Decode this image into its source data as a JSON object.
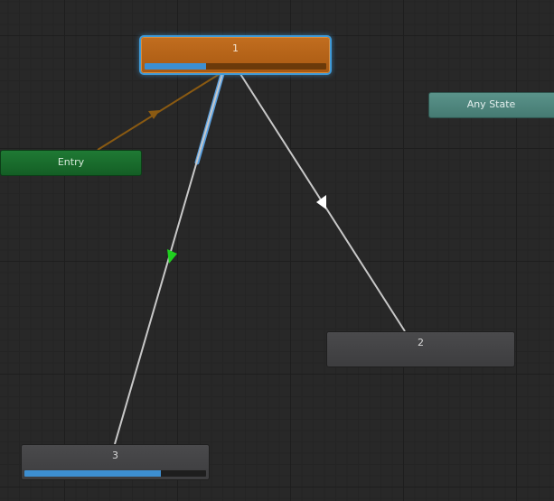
{
  "graph": {
    "nodes": {
      "state_1": {
        "label": "1",
        "progress": 0.34
      },
      "state_2": {
        "label": "2"
      },
      "state_3": {
        "label": "3",
        "progress": 0.75
      },
      "entry": {
        "label": "Entry"
      },
      "any_state": {
        "label": "Any State"
      }
    }
  },
  "colors": {
    "active_state": "#b5631a",
    "default_state": "#434345",
    "entry_state": "#1a6b2d",
    "any_state": "#4f877e",
    "selected_outline": "#3f9ad8",
    "progress": "#3d8fd1",
    "entry_transition": "#8a5a12",
    "transition": "#c8c8c8",
    "selected_transition": "#5aa0e0",
    "active_arrow": "#1fd01f"
  }
}
